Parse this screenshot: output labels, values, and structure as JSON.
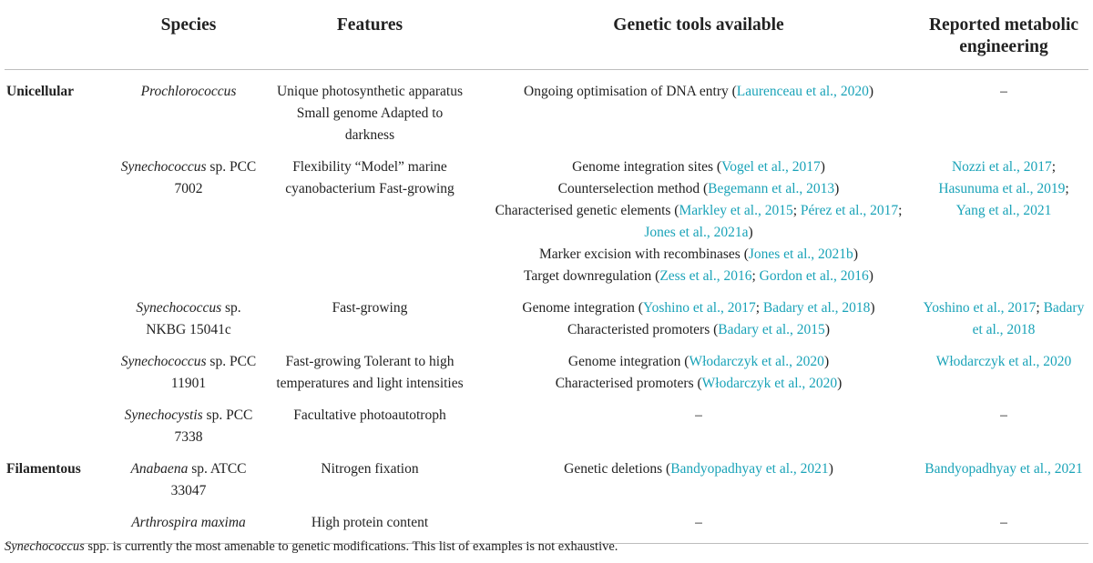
{
  "headers": {
    "species": "Species",
    "features": "Features",
    "tools": "Genetic tools available",
    "metabolic_line1": "Reported metabolic",
    "metabolic_line2": "engineering"
  },
  "groups": {
    "unicellular": "Unicellular",
    "filamentous": "Filamentous"
  },
  "rows": [
    {
      "species_it": "Prochlorococcus",
      "species_rest": "",
      "features": "Unique photosynthetic apparatus Small genome Adapted to darkness",
      "tools_l1_text": "Ongoing optimisation of DNA entry (",
      "tools_l1_cite1": "Laurenceau et al., ",
      "tools_l1_cite1_year": "2020",
      "tools_l1_end": ")",
      "metabolic": "–"
    },
    {
      "species_it": "Synechococcus",
      "species_rest": " sp. PCC 7002",
      "features": "Flexibility “Model” marine cyanobacterium Fast-growing",
      "tools": [
        {
          "pre": "Genome integration sites (",
          "cite": "Vogel et al., 2017",
          "post": ")"
        },
        {
          "pre": "Counterselection method (",
          "cite": "Begemann et al., 2013",
          "post": ")"
        },
        {
          "pre": "Characterised genetic elements (",
          "cite": "Markley et al., 2015",
          "mid": "; ",
          "cite2": "Pérez et al., 2017",
          "mid2": "; ",
          "cite3": "Jones et al., 2021a",
          "post": ")"
        },
        {
          "pre": "Marker excision with recombinases (",
          "cite": "Jones et al., 2021b",
          "post": ")"
        },
        {
          "pre": "Target downregulation (",
          "cite": "Zess et al., 2016",
          "mid": "; ",
          "cite2": "Gordon et al., 2016",
          "post": ")"
        }
      ],
      "metabolic": [
        {
          "cite": "Nozzi et al., 2017",
          "post": ";"
        },
        {
          "cite": "Hasunuma et al., 2019",
          "post": ";"
        },
        {
          "cite": "Yang et al., 2021",
          "post": ""
        }
      ]
    },
    {
      "species_it": "Synechococcus",
      "species_rest": " sp. NKBG 15041c",
      "features": "Fast-growing",
      "tools": [
        {
          "pre": "Genome integration (",
          "cite": "Yoshino et al., 2017",
          "mid": "; ",
          "cite2": "Badary et al., 2018",
          "post": ")"
        },
        {
          "pre": "Characteristed promoters (",
          "cite": "Badary et al., 2015",
          "post": ")"
        }
      ],
      "metabolic": {
        "cite": "Yoshino et al., 2017",
        "mid": "; ",
        "cite2": "Badary et al., 2018"
      }
    },
    {
      "species_it": "Synechococcus",
      "species_rest": " sp. PCC 11901",
      "features": "Fast-growing Tolerant to high temperatures and light intensities",
      "tools": [
        {
          "pre": "Genome integration (",
          "cite": "Włodarczyk et al., 2020",
          "post": ")"
        },
        {
          "pre": "Characterised promoters (",
          "cite": "Włodarczyk et al., 2020",
          "post": ")"
        }
      ],
      "metabolic": {
        "cite": "Włodarczyk et al., 2020"
      }
    },
    {
      "species_it": "Synechocystis",
      "species_rest": " sp. PCC 7338",
      "features": "Facultative photoautotroph",
      "tools_dash": "–",
      "metabolic": "–"
    },
    {
      "species_it": "Anabaena",
      "species_rest": " sp. ATCC 33047",
      "features": "Nitrogen fixation",
      "tools": [
        {
          "pre": "Genetic deletions (",
          "cite": "Bandyopadhyay et al., 2021",
          "post": ")"
        }
      ],
      "metabolic": {
        "cite": "Bandyopadhyay et al., 2021"
      }
    },
    {
      "species_it": "Arthrospira maxima",
      "species_rest": "",
      "features": "High protein content",
      "tools_dash": "–",
      "metabolic": "–"
    }
  ],
  "footnote": {
    "italic": "Synechococcus",
    "rest": " spp. is currently the most amenable to genetic modifications. This list of examples is not exhaustive."
  },
  "colors": {
    "citation": "#1aa3b8",
    "text": "#222222",
    "rule": "#bdbdbd"
  }
}
